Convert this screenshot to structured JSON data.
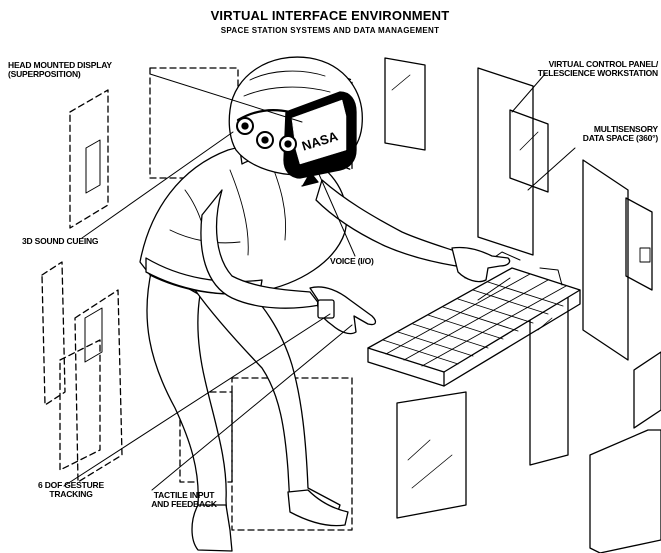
{
  "title": "VIRTUAL INTERFACE ENVIRONMENT",
  "subtitle": "SPACE STATION SYSTEMS AND DATA MANAGEMENT",
  "labels": {
    "hmd_line1": "HEAD MOUNTED DISPLAY",
    "hmd_line2": "(SUPERPOSITION)",
    "vcp_line1": "VIRTUAL CONTROL PANEL/",
    "vcp_line2": "TELESCIENCE WORKSTATION",
    "multi_line1": "MULTISENSORY",
    "multi_line2": "DATA SPACE (360°)",
    "sound": "3D SOUND CUEING",
    "voice": "VOICE (I/O)",
    "gesture_line1": "6 DOF GESTURE",
    "gesture_line2": "TRACKING",
    "tactile_line1": "TACTILE INPUT",
    "tactile_line2": "AND FEEDBACK"
  },
  "helmet_text": "NASA",
  "colors": {
    "ink": "#000000",
    "paper": "#ffffff"
  }
}
